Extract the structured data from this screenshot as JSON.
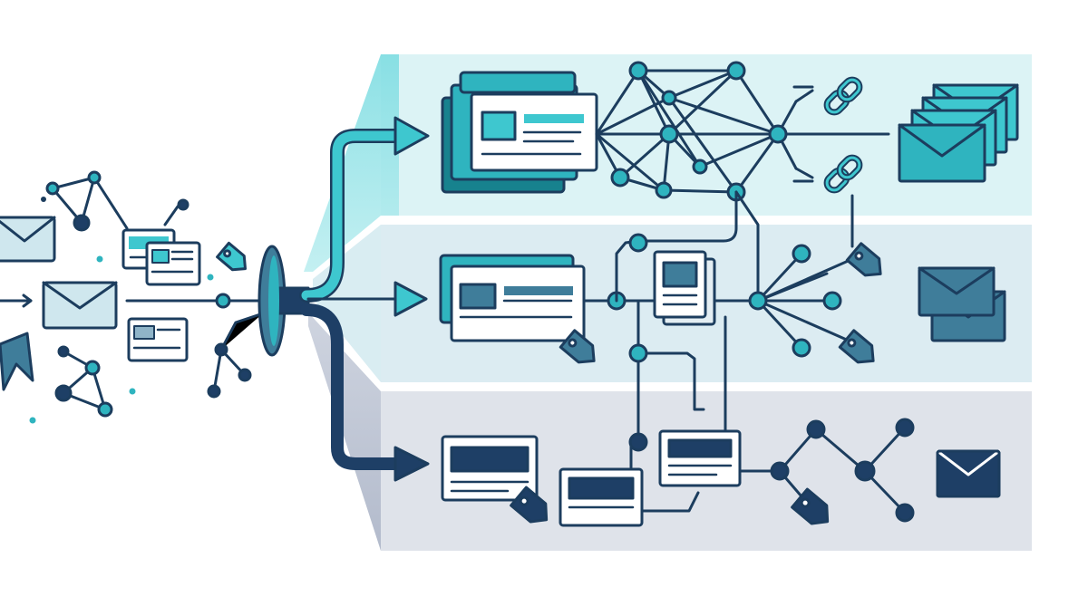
{
  "diagram": {
    "kind": "data-routing illustration",
    "lanes": [
      "top",
      "middle",
      "bottom"
    ],
    "icons": [
      "envelope-icon",
      "document-card-icon",
      "tag-icon",
      "chain-link-icon",
      "network-node-icon",
      "arrow-icon",
      "funnel-icon"
    ]
  },
  "palette": {
    "stroke": "#1c3d5e",
    "teal": "#2fb4bf",
    "teal_dark": "#17828e",
    "teal_light": "#3ec7cf",
    "navy": "#1e3f66",
    "steel": "#3f7d9a",
    "lane_top": "#dcf3f5",
    "lane_mid": "#dcecf2",
    "lane_bottom": "#dfe3ea",
    "beam": "#8fe0e4",
    "card_fill": "#ffffff",
    "envelope_fill": "#cfe7ee"
  }
}
